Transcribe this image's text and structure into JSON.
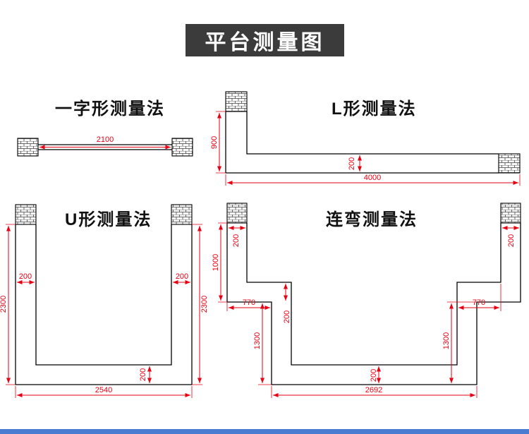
{
  "title": "平台测量图",
  "colors": {
    "title_bg": "#3b3b3b",
    "title_text": "#ffffff",
    "outline": "#000000",
    "dimension_red": "#e60012",
    "label_text": "#111111",
    "bottom_strip_blue": "#4a7dd1"
  },
  "sections": {
    "straight": {
      "label": "一字形测量法",
      "length": "2100"
    },
    "l_shape": {
      "label": "L形测量法",
      "height": "900",
      "thickness": "200",
      "length": "4000"
    },
    "u_shape": {
      "label": "U形测量法",
      "left_thickness": "200",
      "left_height": "2300",
      "right_thickness": "200",
      "right_height": "2300",
      "bottom_thickness": "200",
      "bottom_length": "2540"
    },
    "bend": {
      "label": "连弯测量法",
      "left_top_thickness": "200",
      "left_upper_height": "1000",
      "left_step_length": "770",
      "left_step_thickness": "200",
      "left_lower_height": "1300",
      "right_top_thickness": "200",
      "right_step_length": "770",
      "right_lower_height": "1300",
      "bottom_thickness": "200",
      "bottom_length": "2692"
    }
  }
}
